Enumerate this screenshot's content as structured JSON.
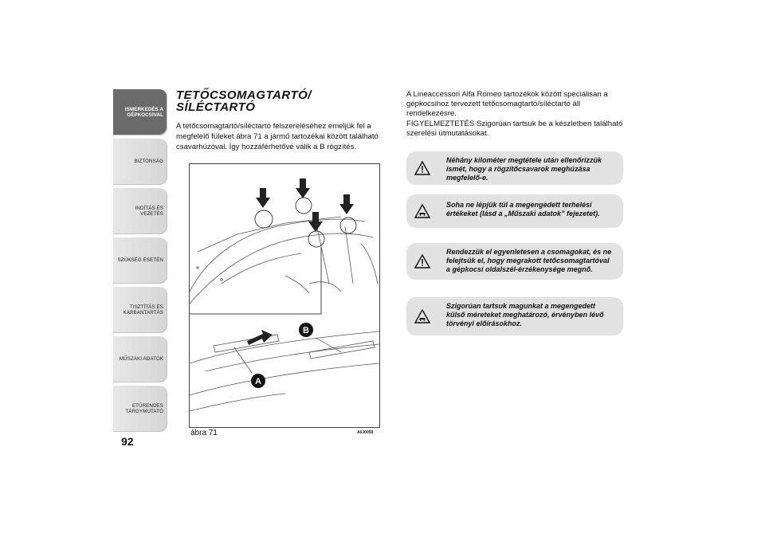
{
  "sidebar": {
    "tabs": [
      {
        "label": "ISMERKEDÉS A GÉPKOCSIVAL",
        "active": true
      },
      {
        "label": "BIZTONSÁG"
      },
      {
        "label": "INDÍTÁS ÉS VEZETÉS"
      },
      {
        "label": "SZÜKSÉG ESETÉN"
      },
      {
        "label": "TISZTÍTÁS ÉS KARBANTARTÁS"
      },
      {
        "label": "MŰSZAKI ADATOK"
      },
      {
        "label": "ETŰRENDES TÁRGYMUTATÓ"
      }
    ],
    "page_number": "92"
  },
  "section": {
    "title_line1": "TETŐCSOMAGTARTÓ/",
    "title_line2": "SÍLÉCTARTÓ",
    "intro": "A tetőcsomagtartó/síléctartó felszereléséhez emeljük fel a megfelelő füleket ábra 71 a jármű tartozékai között található csavarhúzóval. Így hozzáférhetővé válik a B rögzítés."
  },
  "figure": {
    "caption": "ábra 71",
    "code": "A0J0059",
    "label_a": "A",
    "label_b": "B"
  },
  "right": {
    "para1": "A Lineaccessori Alfa Romeo tartozékok között speciálisan a gépkocsihoz tervezett tetőcsomagtartó/síléctartó áll rendelkezésre.",
    "para2": "FIGYELMEZTETÉS Szigorúan tartsuk be a készletben található szerelési útmutatásokat."
  },
  "warnings": [
    {
      "icon": "warning-triangle-icon",
      "text": "Néhány kilométer megtétele után ellenőrizzük ismét, hogy a rögzítőcsavarok meghúzása megfelelő-e."
    },
    {
      "icon": "car-warning-icon",
      "text": "Soha ne lépjük túl a megengedett terhelési értékeket (lásd a „Műszaki adatok” fejezetet)."
    },
    {
      "icon": "warning-triangle-icon",
      "text": "Rendezzük el egyenletesen a csomagokat, és ne felejtsük el, hogy megrakott tetőcsomagtartóval a gépkocsi oldalszél-érzékenysége megnő."
    },
    {
      "icon": "car-warning-icon",
      "text": "Szigorúan tartsuk magunkat a megengedett külső méreteket meghatározó, érvényben lévő törvényi előírásokhoz."
    }
  ]
}
